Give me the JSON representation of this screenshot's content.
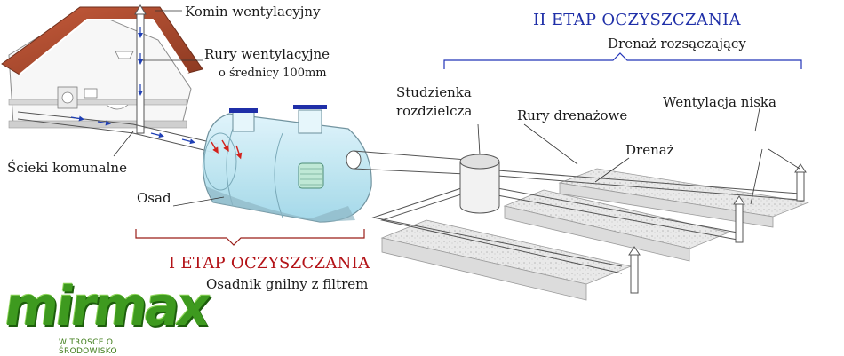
{
  "labels": {
    "komin": "Komin wentylacyjny",
    "rury_went": "Rury wentylacyjne",
    "rury_went_sub": "o średnicy 100mm",
    "scieki": "Ścieki komunalne",
    "osad": "Osad",
    "studzienka_1": "Studzienka",
    "studzienka_2": "rozdzielcza",
    "rury_drenazowe": "Rury drenażowe",
    "drenaz": "Drenaż",
    "wentylacja_niska": "Wentylacja niska"
  },
  "stage1": {
    "title": "I ETAP OCZYSZCZANIA",
    "subtitle": "Osadnik gnilny z filtrem",
    "color": "#b31217"
  },
  "stage2": {
    "title": "II ETAP OCZYSZCZANIA",
    "subtitle": "Drenaż rozsączający",
    "color": "#1f2fa8"
  },
  "logo": {
    "brand": "mirmax",
    "tagline": "W TROSCE O ŚRODOWISKO",
    "color": "#3e9a1f"
  }
}
